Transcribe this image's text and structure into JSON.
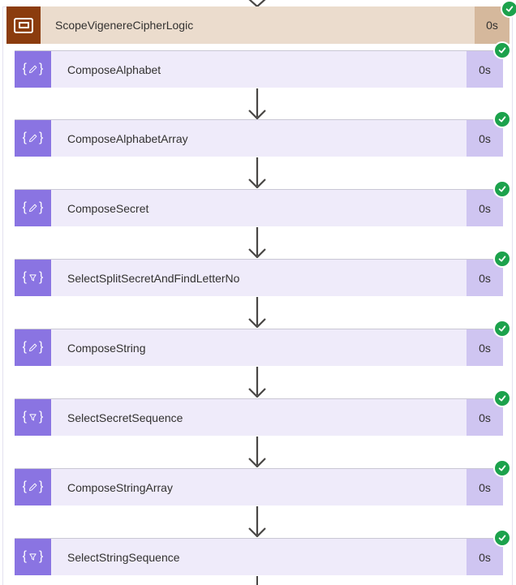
{
  "scope": {
    "title": "ScopeVigenereCipherLogic",
    "duration": "0s",
    "status": "succeeded",
    "icon": "scope-icon"
  },
  "actions": [
    {
      "title": "ComposeAlphabet",
      "duration": "0s",
      "type": "compose",
      "status": "succeeded"
    },
    {
      "title": "ComposeAlphabetArray",
      "duration": "0s",
      "type": "compose",
      "status": "succeeded"
    },
    {
      "title": "ComposeSecret",
      "duration": "0s",
      "type": "compose",
      "status": "succeeded"
    },
    {
      "title": "SelectSplitSecretAndFindLetterNo",
      "duration": "0s",
      "type": "select",
      "status": "succeeded"
    },
    {
      "title": "ComposeString",
      "duration": "0s",
      "type": "compose",
      "status": "succeeded"
    },
    {
      "title": "SelectSecretSequence",
      "duration": "0s",
      "type": "select",
      "status": "succeeded"
    },
    {
      "title": "ComposeStringArray",
      "duration": "0s",
      "type": "compose",
      "status": "succeeded"
    },
    {
      "title": "SelectStringSequence",
      "duration": "0s",
      "type": "select",
      "status": "succeeded"
    }
  ],
  "icons": {
    "scope": "scope-icon",
    "compose": "compose-braces-pencil-icon",
    "select": "select-braces-funnel-icon",
    "status": "success-checkmark-icon"
  },
  "colors": {
    "scope_icon_bg": "#8b3c0e",
    "scope_header_bg": "#ebdccd",
    "scope_badge_bg": "#d5b89c",
    "action_icon_bg": "#8a74e2",
    "action_card_bg": "#efebfa",
    "action_badge_bg": "#cfc5f1",
    "success_green": "#1ca24c",
    "arrow_gray": "#484644",
    "title_text": "#323130"
  }
}
